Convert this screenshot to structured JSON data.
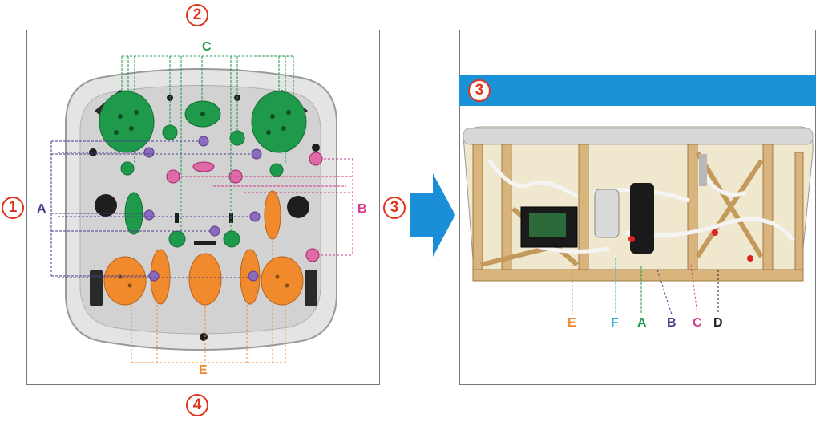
{
  "markers": {
    "top": "2",
    "left": "1",
    "right": "3",
    "bottom": "4",
    "photo": "3"
  },
  "tub_labels": {
    "a": "A",
    "b": "B",
    "c": "C",
    "e": "E"
  },
  "equipment_labels": [
    "E",
    "F",
    "A",
    "B",
    "C",
    "D"
  ],
  "colors": {
    "marker_red": "#e2331c",
    "jet_green": "#1f9a4a",
    "jet_orange": "#f08a2c",
    "jet_purple": "#6e4aa8",
    "jet_magenta": "#d63a8e",
    "photo_banner_blue": "#1a92d8",
    "arrow_blue": "#1a8fd8"
  },
  "icons": [
    "right-arrow-icon"
  ]
}
